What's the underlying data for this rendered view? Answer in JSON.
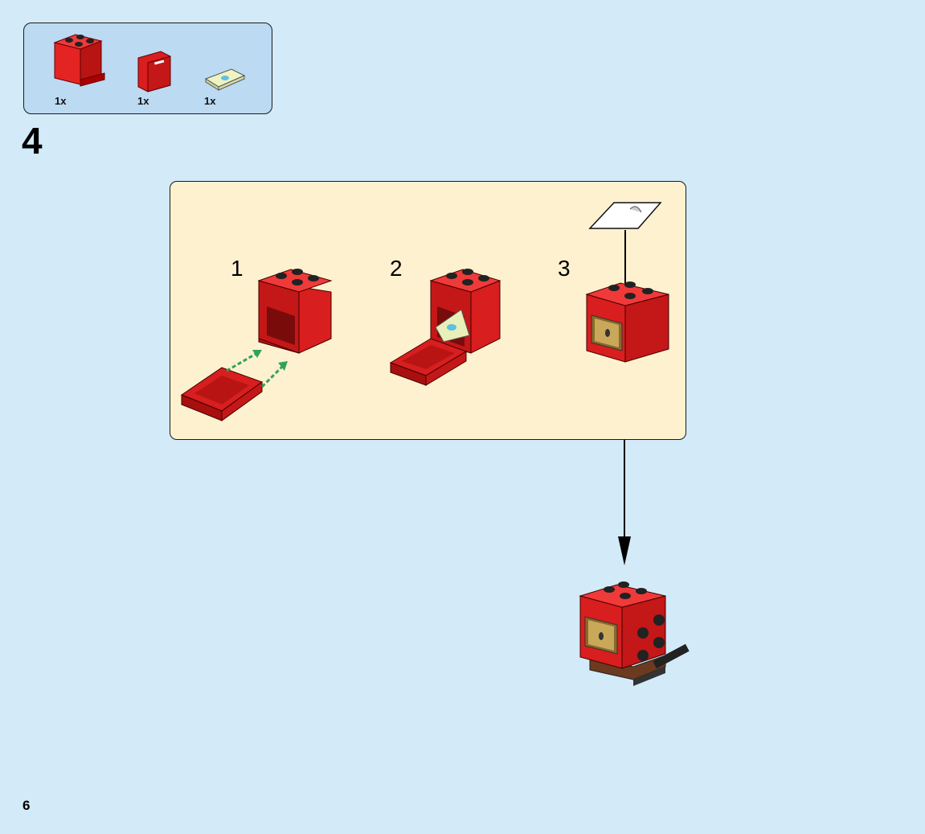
{
  "parts_list": {
    "items": [
      {
        "part": "red-container-box-icon",
        "qty": "1x",
        "color": "#d81e1e"
      },
      {
        "part": "red-door-panel-icon",
        "qty": "1x",
        "color": "#d81e1e"
      },
      {
        "part": "printed-tile-money-icon",
        "qty": "1x",
        "color": "#e8efb9"
      }
    ]
  },
  "step": {
    "number": "4"
  },
  "sub_steps": [
    {
      "number": "1"
    },
    {
      "number": "2"
    },
    {
      "number": "3"
    }
  ],
  "page": {
    "number": "6"
  },
  "colors": {
    "background": "#d3eaf8",
    "parts_box": "#bcdaf2",
    "sub_panel": "#fdf1cf",
    "brick_red": "#d81e1e",
    "arrow_green": "#2fa35a"
  }
}
